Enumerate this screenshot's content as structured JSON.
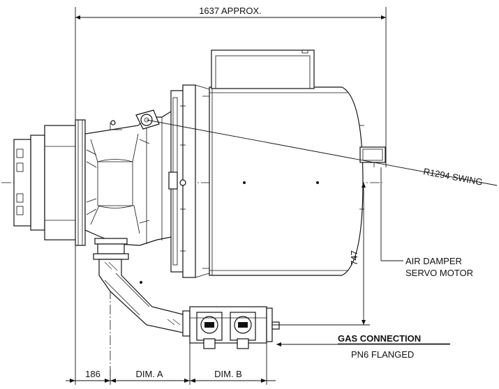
{
  "dimensions": {
    "overall_length": "1637 APPROX.",
    "swing_radius": "R1294 SWING",
    "height_to_gas": "747",
    "bottom": [
      "186",
      "DIM. A",
      "DIM. B"
    ]
  },
  "callouts": {
    "air_damper_line1": "AIR DAMPER",
    "air_damper_line2": "SERVO MOTOR",
    "gas_connection": "GAS CONNECTION",
    "gas_connection_sub": "PN6 FLANGED"
  }
}
